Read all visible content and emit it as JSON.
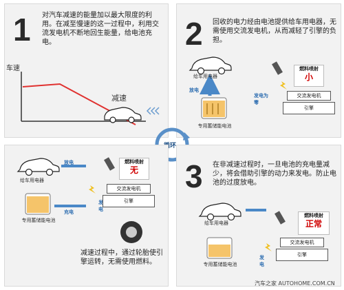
{
  "panel1": {
    "number": "1",
    "description": "对汽车减速的能量加以最大限度的利用。在减至慢速的这一过程中，利用交流发电机不断地回生能量，给电池充电。",
    "y_axis_label": "车速",
    "decel_label": "减速"
  },
  "panel2": {
    "number": "2",
    "description": "回收的电力经由电池提供给车用电器，无需使用交流发电机，从而减轻了引擎的负担。",
    "appliance_label": "给车用电器",
    "discharge_label": "放电",
    "gen_zero_label": "发电为零",
    "battery_label": "专用蓄储能电池",
    "fuel_title": "燃料喷射",
    "fuel_value": "小",
    "alternator_label": "交流发电机",
    "engine_label": "引擎"
  },
  "center": {
    "cycle_label": "循环"
  },
  "panel3": {
    "number": "3",
    "description": "在非减速过程时，一旦电池的充电量减少，将会借助引擎的动力来发电。防止电池的过度放电。",
    "appliance_label": "给车用电器",
    "battery_label": "专用蓄储能电池",
    "fuel_title": "燃料喷射",
    "fuel_value": "正常",
    "alternator_label": "交流发电机",
    "engine_label": "引擎",
    "gen_label": "发电"
  },
  "panel4": {
    "discharge_label": "放电",
    "charge_label": "充电",
    "appliance_label": "给车用电器",
    "battery_label": "专用蓄储能电池",
    "fuel_title": "燃料喷射",
    "fuel_value": "无",
    "alternator_label": "交流发电机",
    "engine_label": "引擎",
    "gen_label": "发电",
    "description": "减速过程中，通过轮胎使引擎运转，无需使用燃料。"
  },
  "watermark": "汽车之家 AUTOHOME.COM.CN"
}
